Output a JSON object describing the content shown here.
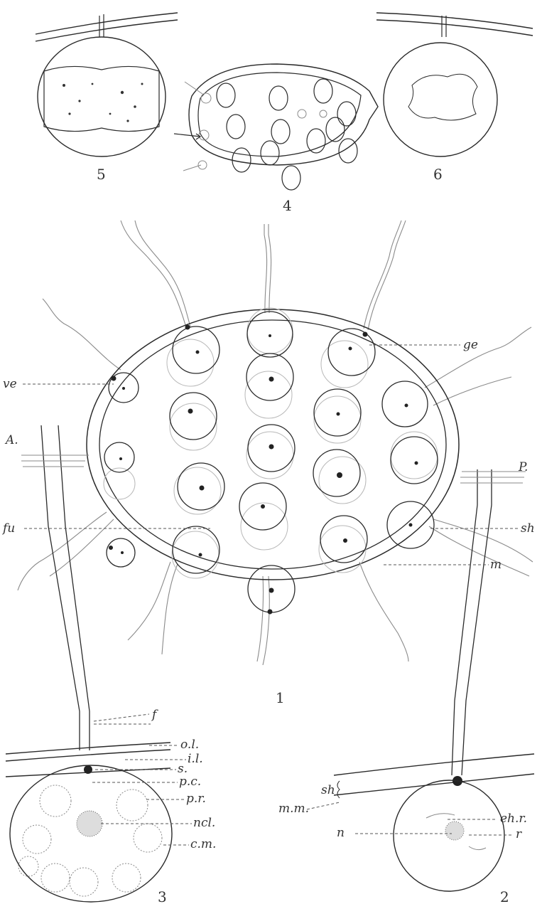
{
  "figure_numbers": {
    "fig1": "1",
    "fig2": "2",
    "fig3": "3",
    "fig4": "4",
    "fig5": "5",
    "fig6": "6"
  },
  "labels": {
    "ge": "ge",
    "ve": "ve",
    "A": "A.",
    "P": "P.",
    "fu": "fu",
    "sh": "sh",
    "m": "m",
    "f": "f",
    "ol": "o.l.",
    "il": "i.l.",
    "s": "s.",
    "pc": "p.c.",
    "pr": "p.r.",
    "ncl": "ncl.",
    "cm": "c.m.",
    "sh_fig2": "sh",
    "mm": "m.m.",
    "n": "n",
    "ehr": "eh.r.",
    "r": "r"
  }
}
